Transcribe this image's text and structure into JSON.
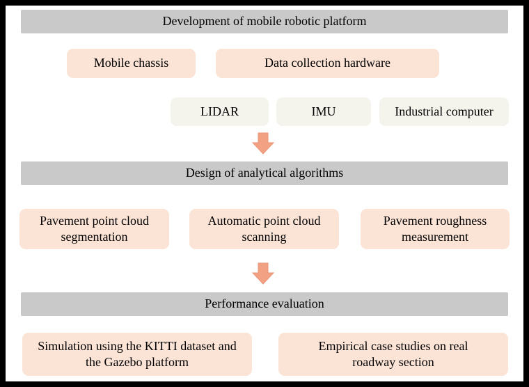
{
  "sections": {
    "platform": {
      "header": "Development of mobile robotic platform",
      "chassis": "Mobile chassis",
      "hardware": "Data collection hardware",
      "lidar": "LIDAR",
      "imu": "IMU",
      "computer": "Industrial computer"
    },
    "algorithms": {
      "header": "Design of analytical algorithms",
      "segmentation": "Pavement point cloud segmentation",
      "scanning": "Automatic point cloud scanning",
      "roughness": "Pavement roughness measurement"
    },
    "evaluation": {
      "header": "Performance evaluation",
      "simulation": "Simulation using the KITTI dataset and the Gazebo platform",
      "empirical": "Empirical case studies on real roadway section"
    }
  },
  "colors": {
    "background": "#000000",
    "canvas": "#ffffff",
    "header_bar": "#c9c9c9",
    "highlight_box": "#fbe3d6",
    "component_box": "#f4f4ec",
    "arrow_fill": "#f2a182",
    "arrow_stroke": "#eb9476",
    "text": "#000000"
  }
}
